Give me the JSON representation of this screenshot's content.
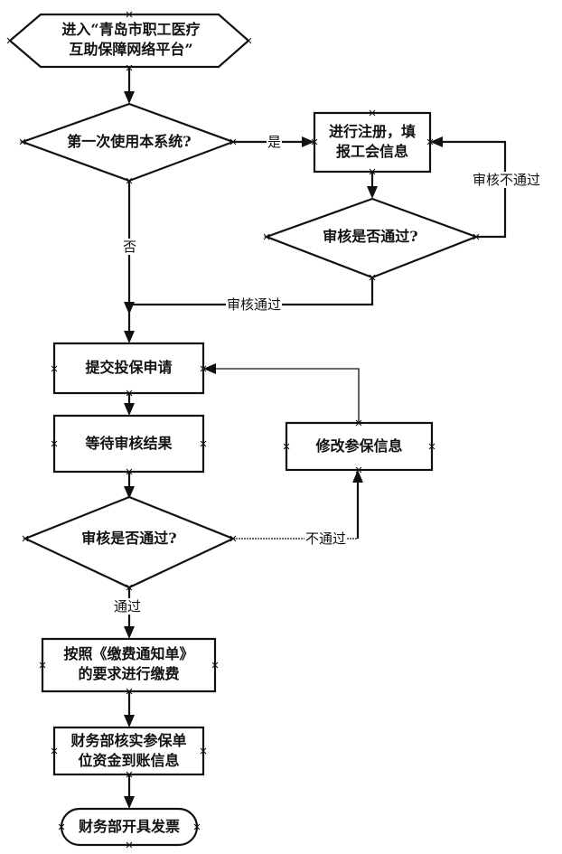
{
  "flowchart": {
    "nodes": {
      "start": {
        "type": "hexagon",
        "lines": [
          "进入“青岛市职工医疗",
          "互助保障网络平台”"
        ]
      },
      "first_use": {
        "type": "decision",
        "text": "第一次使用本系统?"
      },
      "register": {
        "type": "process",
        "lines": [
          "进行注册，填",
          "报工会信息"
        ]
      },
      "review_registration": {
        "type": "decision",
        "text": "审核是否通过?"
      },
      "submit_application": {
        "type": "process",
        "text": "提交投保申请"
      },
      "wait_review": {
        "type": "process",
        "text": "等待审核结果"
      },
      "modify_info": {
        "type": "process",
        "text": "修改参保信息"
      },
      "review_application": {
        "type": "decision",
        "text": "审核是否通过?"
      },
      "pay": {
        "type": "process",
        "lines": [
          "按照《缴费通知单》",
          "的要求进行缴费"
        ]
      },
      "finance_verify": {
        "type": "process",
        "lines": [
          "财务部核实参保单",
          "位资金到账信息"
        ]
      },
      "issue_invoice": {
        "type": "terminal",
        "text": "财务部开具发票"
      }
    },
    "edges": {
      "yes": "是",
      "no": "否",
      "reg_fail": "审核不通过",
      "reg_pass": "审核通过",
      "app_fail": "不通过",
      "app_pass": "通过"
    }
  }
}
